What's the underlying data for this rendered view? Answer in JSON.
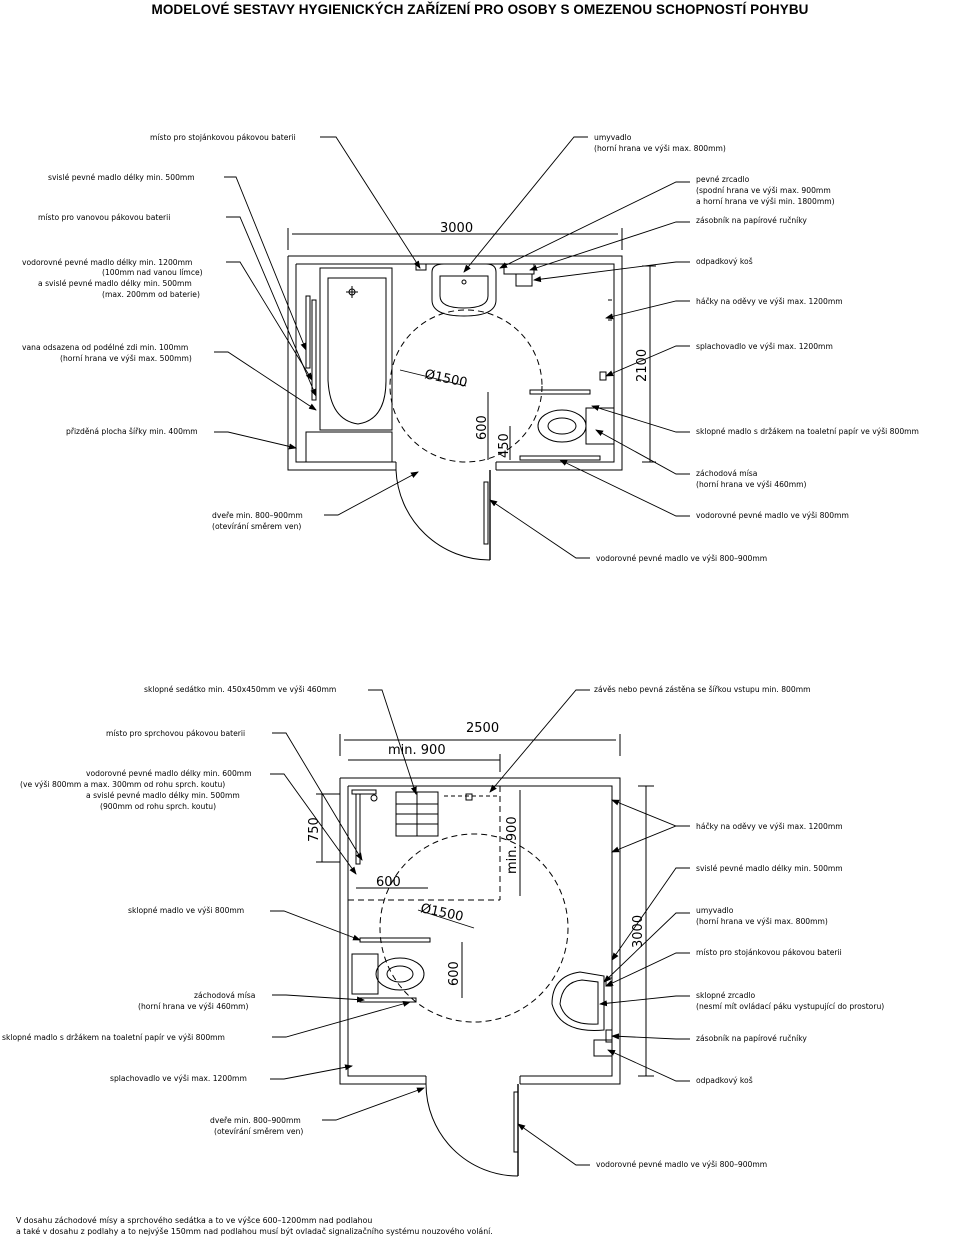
{
  "title": "MODELOVÉ SESTAVY HYGIENICKÝCH ZAŘÍZENÍ PRO OSOBY S OMEZENOU SCHOPNOSTÍ POHYBU",
  "plan1": {
    "dims": {
      "width": "3000",
      "depth": "2100",
      "turning_circle": "Ø1500",
      "d600": "600",
      "d450": "450"
    },
    "labels_left": [
      "místo pro stojánkovou pákovou baterii",
      "svislé pevné madlo délky min. 500mm",
      "místo pro vanovou pákovou baterii",
      "vodorovné pevné madlo délky min. 1200mm",
      "(100mm nad vanou límce)",
      "a svislé pevné madlo délky min. 500mm",
      "(max. 200mm od baterie)",
      "vana odsazena od podélné zdi min. 100mm",
      "(horní hrana ve výši max. 500mm)",
      "přizděná plocha šířky min. 400mm",
      "dveře min. 800–900mm",
      "(otevírání směrem ven)"
    ],
    "labels_right": [
      "umyvadlo",
      "(horní hrana ve výši max. 800mm)",
      "pevné zrcadlo",
      "(spodní hrana ve výši max. 900mm",
      "a horní hrana ve výši min. 1800mm)",
      "zásobník na papírové ručníky",
      "odpadkový koš",
      "háčky na oděvy ve výši max. 1200mm",
      "splachovadlo ve výši max. 1200mm",
      "sklopné madlo s držákem na toaletní papír ve výši 800mm",
      "záchodová mísa",
      "(horní hrana ve výši 460mm)",
      "vodorovné pevné madlo ve výši 800mm",
      "vodorovné pevné madlo ve výši 800–900mm"
    ]
  },
  "plan2": {
    "dims": {
      "width": "2500",
      "depth": "3000",
      "min900": "min. 900",
      "min900v": "min. 900",
      "d750": "750",
      "d600h": "600",
      "d600v": "600",
      "turning_circle": "Ø1500"
    },
    "labels_left": [
      "sklopné sedátko min. 450x450mm ve výši 460mm",
      "místo pro sprchovou pákovou baterii",
      "vodorovné pevné madlo délky min. 600mm",
      "(ve výši 800mm a max. 300mm od rohu sprch. koutu)",
      "a svislé pevné madlo délky min. 500mm",
      "(900mm od rohu sprch. koutu)",
      "sklopné madlo ve výši 800mm",
      "záchodová mísa",
      "(horní hrana ve výši 460mm)",
      "sklopné madlo s držákem na toaletní papír ve výši 800mm",
      "splachovadlo ve výši max. 1200mm",
      "dveře min. 800–900mm",
      "(otevírání směrem ven)"
    ],
    "labels_right": [
      "závěs nebo pevná zástěna se šířkou vstupu min. 800mm",
      "háčky na oděvy ve výši max. 1200mm",
      "svislé pevné madlo délky min. 500mm",
      "umyvadlo",
      "(horní hrana ve výši max. 800mm)",
      "místo pro stojánkovou pákovou baterii",
      "sklopné zrcadlo",
      "(nesmí mít ovládací páku vystupující do prostoru)",
      "zásobník na papírové ručníky",
      "odpadkový koš",
      "vodorovné pevné madlo ve výši 800–900mm"
    ]
  },
  "footer": {
    "line1": "V dosahu záchodové mísy a sprchového sedátka a to ve výšce 600–1200mm nad podlahou",
    "line2": "a také v dosahu z podlahy a to nejvýše 150mm nad podlahou musí být ovladač signalizačního systému nouzového volání."
  }
}
